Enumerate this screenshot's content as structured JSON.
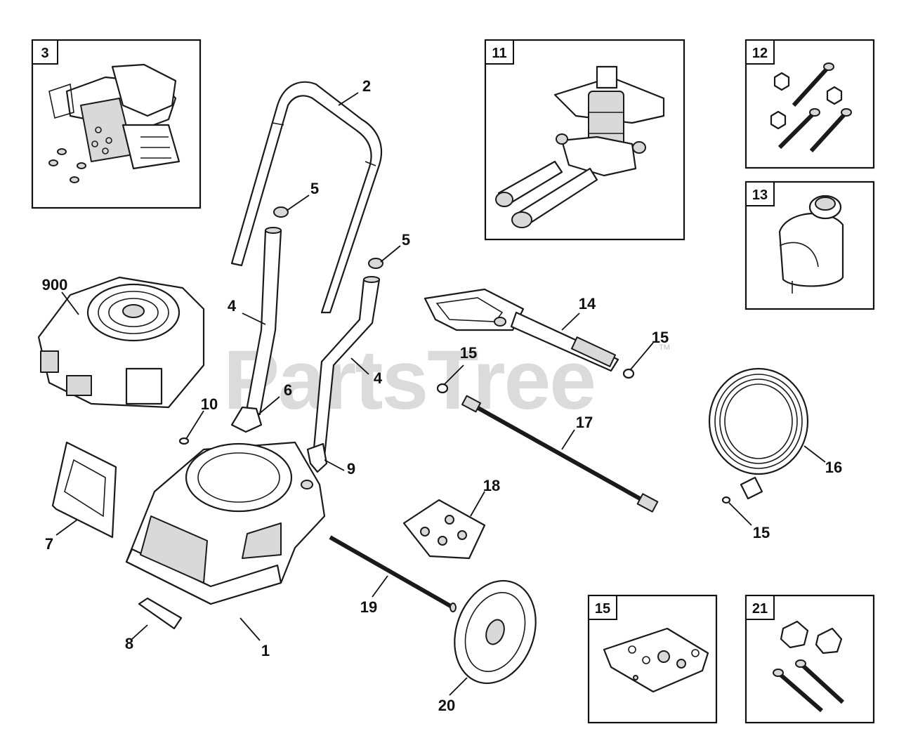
{
  "watermark": {
    "text": "PartsTree",
    "mark": "TM"
  },
  "panels": [
    {
      "id": "3",
      "label": "3"
    },
    {
      "id": "11",
      "label": "11"
    },
    {
      "id": "12",
      "label": "12"
    },
    {
      "id": "13",
      "label": "13"
    },
    {
      "id": "15",
      "label": "15"
    },
    {
      "id": "21",
      "label": "21"
    }
  ],
  "callouts": [
    {
      "id": "c2",
      "label": "2"
    },
    {
      "id": "c5a",
      "label": "5"
    },
    {
      "id": "c5b",
      "label": "5"
    },
    {
      "id": "c900",
      "label": "900"
    },
    {
      "id": "c4a",
      "label": "4"
    },
    {
      "id": "c4b",
      "label": "4"
    },
    {
      "id": "c6",
      "label": "6"
    },
    {
      "id": "c10",
      "label": "10"
    },
    {
      "id": "c9",
      "label": "9"
    },
    {
      "id": "c7",
      "label": "7"
    },
    {
      "id": "c8",
      "label": "8"
    },
    {
      "id": "c1",
      "label": "1"
    },
    {
      "id": "c14",
      "label": "14"
    },
    {
      "id": "c15a",
      "label": "15"
    },
    {
      "id": "c15b",
      "label": "15"
    },
    {
      "id": "c15c",
      "label": "15"
    },
    {
      "id": "c16",
      "label": "16"
    },
    {
      "id": "c17",
      "label": "17"
    },
    {
      "id": "c18",
      "label": "18"
    },
    {
      "id": "c19",
      "label": "19"
    },
    {
      "id": "c20",
      "label": "20"
    }
  ]
}
